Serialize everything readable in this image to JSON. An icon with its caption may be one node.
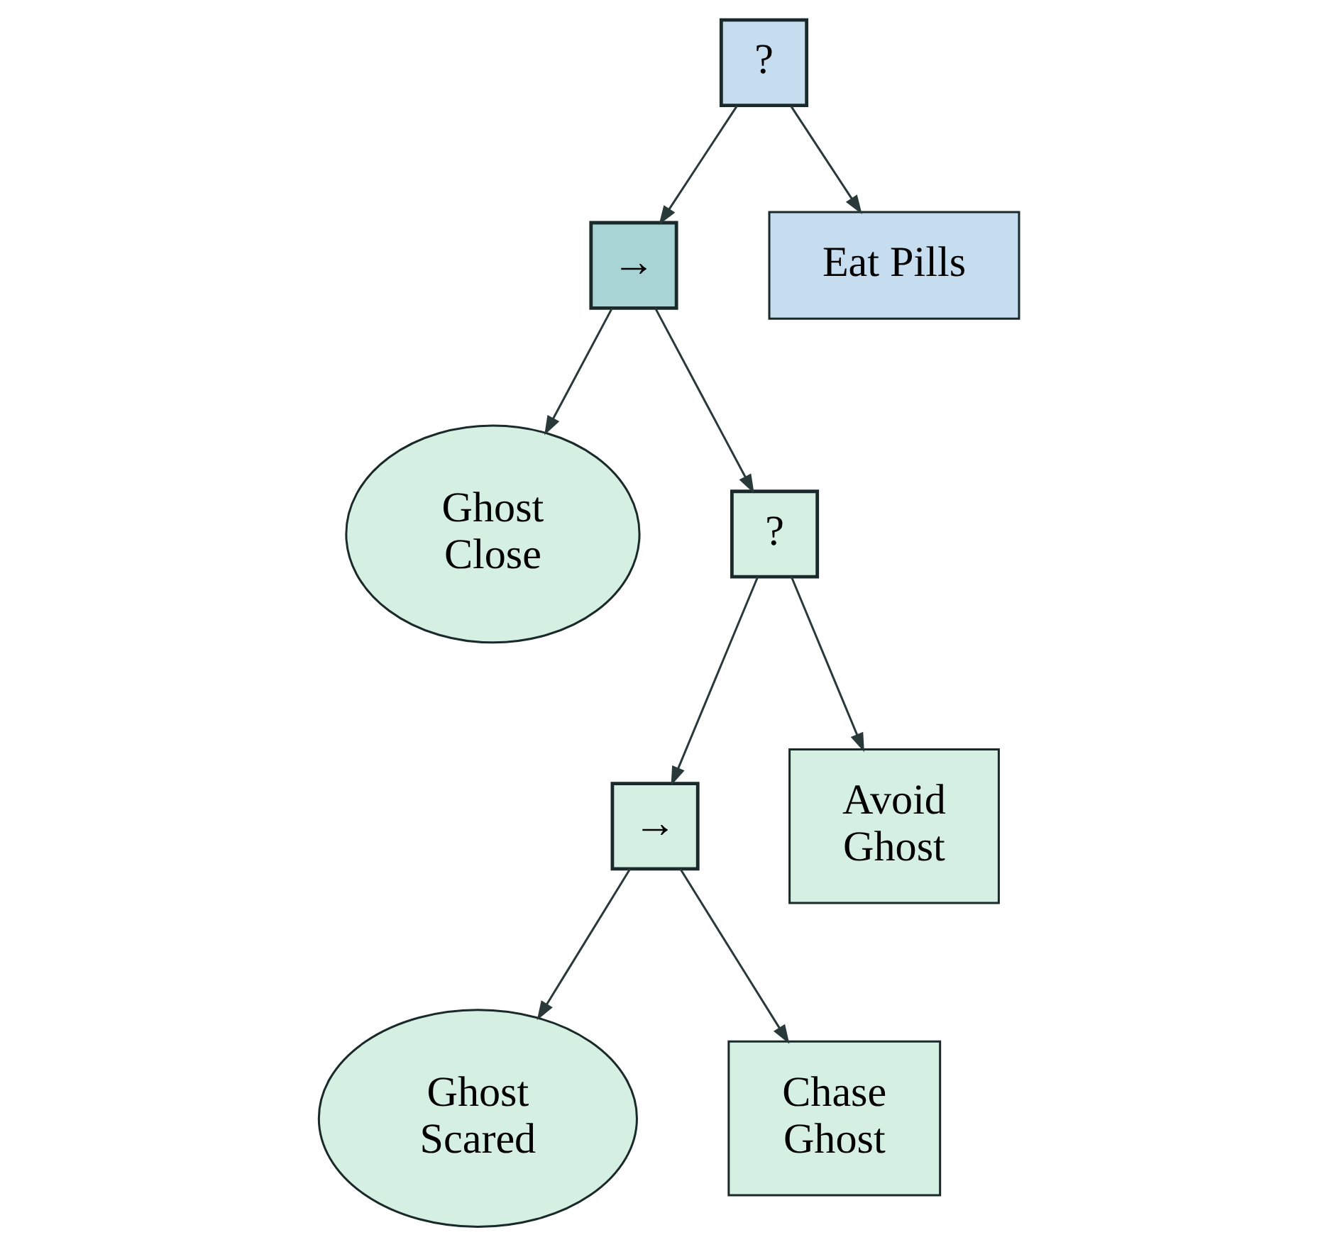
{
  "diagram": {
    "nodes": [
      {
        "text": [
          "?"
        ]
      },
      {
        "text": [
          "→"
        ]
      },
      {
        "text": [
          "Eat Pills"
        ]
      },
      {
        "text": [
          "Ghost Close"
        ]
      },
      {
        "text": [
          "?"
        ]
      },
      {
        "text": [
          "→"
        ]
      },
      {
        "text": [
          "Avoid Ghost"
        ]
      },
      {
        "text": [
          "Ghost Scared"
        ]
      },
      {
        "text": [
          "Chase Ghost"
        ]
      }
    ],
    "edges": [
      {
        "from": 0,
        "to": 1,
        "arrow": "to"
      },
      {
        "from": 0,
        "to": 2,
        "arrow": "to"
      },
      {
        "from": 1,
        "to": 3,
        "arrow": "to"
      },
      {
        "from": 1,
        "to": 4,
        "arrow": "to"
      },
      {
        "from": 4,
        "to": 5,
        "arrow": "to"
      },
      {
        "from": 4,
        "to": 6,
        "arrow": "to"
      },
      {
        "from": 5,
        "to": 7,
        "arrow": "to"
      },
      {
        "from": 5,
        "to": 8,
        "arrow": "to"
      }
    ]
  }
}
